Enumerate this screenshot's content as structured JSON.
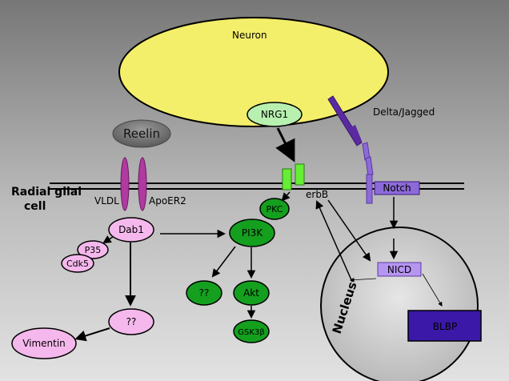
{
  "labels": {
    "neuron": "Neuron",
    "nrg1": "NRG1",
    "delta_jagged": "Delta/Jagged",
    "reelin": "Reelin",
    "radial_glial_cell_line1": "Radial glial",
    "radial_glial_cell_line2": "cell",
    "vldl": "VLDL",
    "apoer2": "ApoER2",
    "erbb": "erbB",
    "notch": "Notch",
    "pkc": "PKC",
    "dab1": "Dab1",
    "pi3k": "PI3K",
    "p35": "P35",
    "cdk5": "Cdk5",
    "unknown_green": "??",
    "akt": "Akt",
    "gsk3b": "GSK3β",
    "unknown_pink": "??",
    "vimentin": "Vimentin",
    "nicd": "NICD",
    "nucleus": "Nucleus",
    "blbp": "BLBP"
  },
  "colors": {
    "background_top": "#7a7a7a",
    "background_bottom": "#dcdcdc",
    "neuron_fill": "#f4ef6a",
    "reelin_fill": "#6f6f6f",
    "receptor_magenta": "#b03aa0",
    "erbb_green": "#66ee33",
    "notch_purple": "#8c6ad8",
    "delta_purple": "#5b2aa0",
    "pink_node": "#f5b8ec",
    "green_node": "#14a01e",
    "nicd_fill": "#b695f0",
    "blbp_fill": "#3b18a8",
    "nucleus_fill": "#d0d0d0"
  }
}
